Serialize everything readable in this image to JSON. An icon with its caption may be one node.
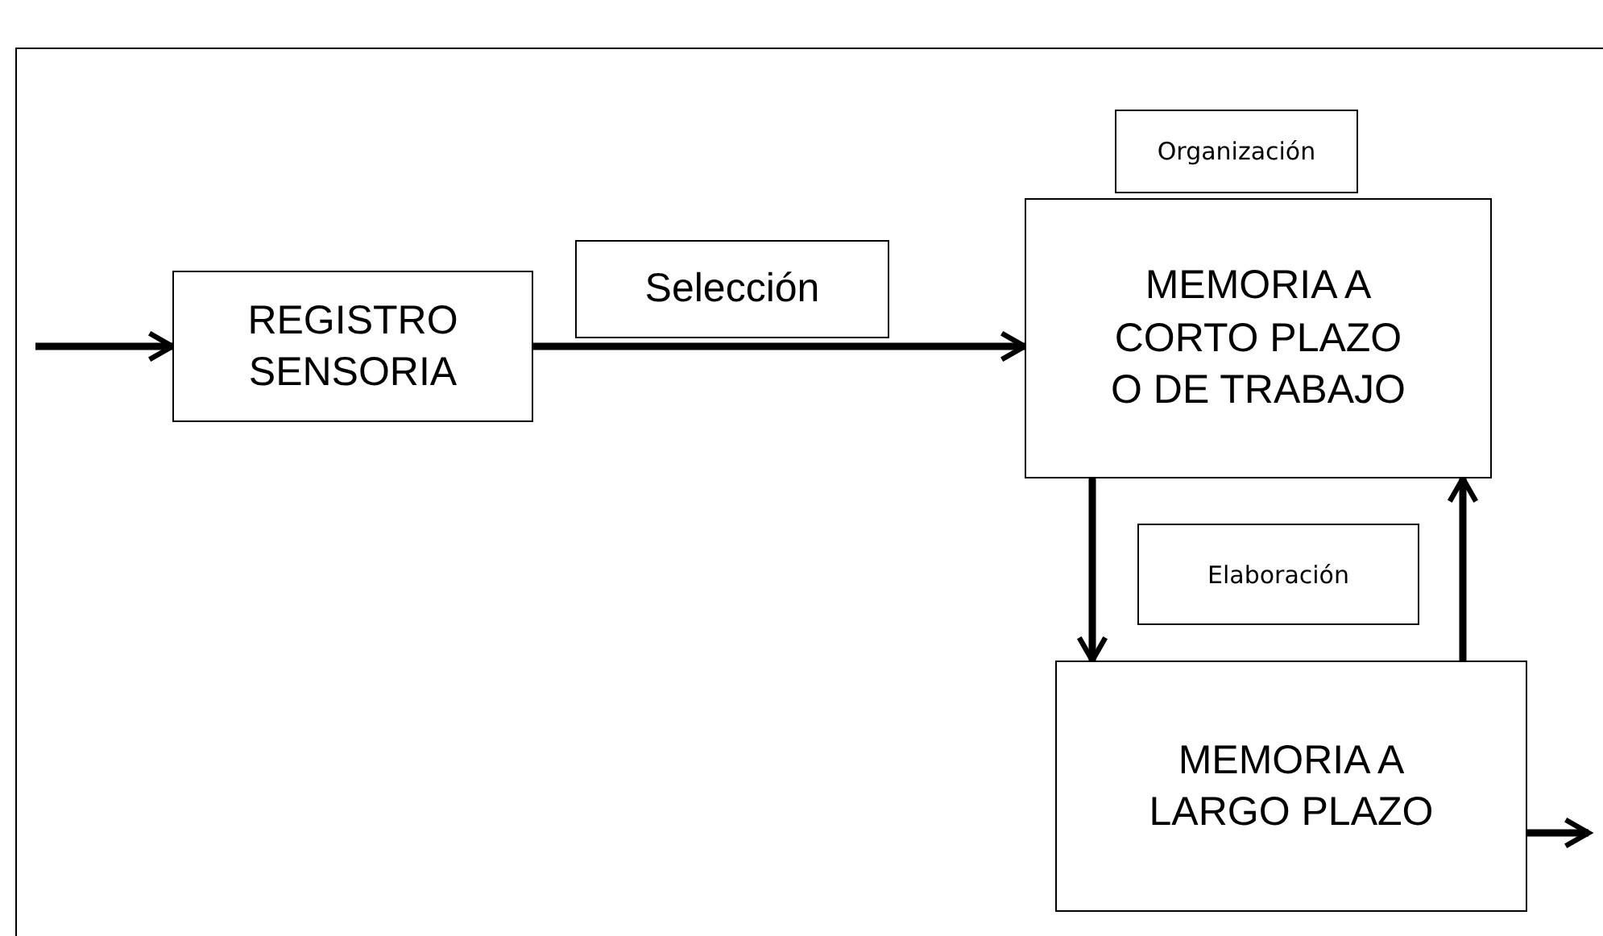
{
  "diagram": {
    "nodes": [
      {
        "text": [
          "REGISTRO SENSORIA"
        ]
      },
      {
        "text": [
          "Selección"
        ]
      },
      {
        "text": [
          "Organización"
        ]
      },
      {
        "text": [
          "MEMORIA A CORTO PLAZO O DE TRABAJO"
        ]
      },
      {
        "text": [
          "Elaboración"
        ]
      },
      {
        "text": [
          "MEMORIA A LARGO PLAZO"
        ]
      }
    ],
    "edges": [
      {
        "from": null,
        "to": 0,
        "arrow": "to"
      },
      {
        "from": 0,
        "to": 3,
        "arrow": "to"
      },
      {
        "from": 3,
        "to": 5,
        "arrow": "to"
      },
      {
        "from": 5,
        "to": 3,
        "arrow": "to"
      },
      {
        "from": 5,
        "to": null,
        "arrow": "to"
      }
    ]
  }
}
